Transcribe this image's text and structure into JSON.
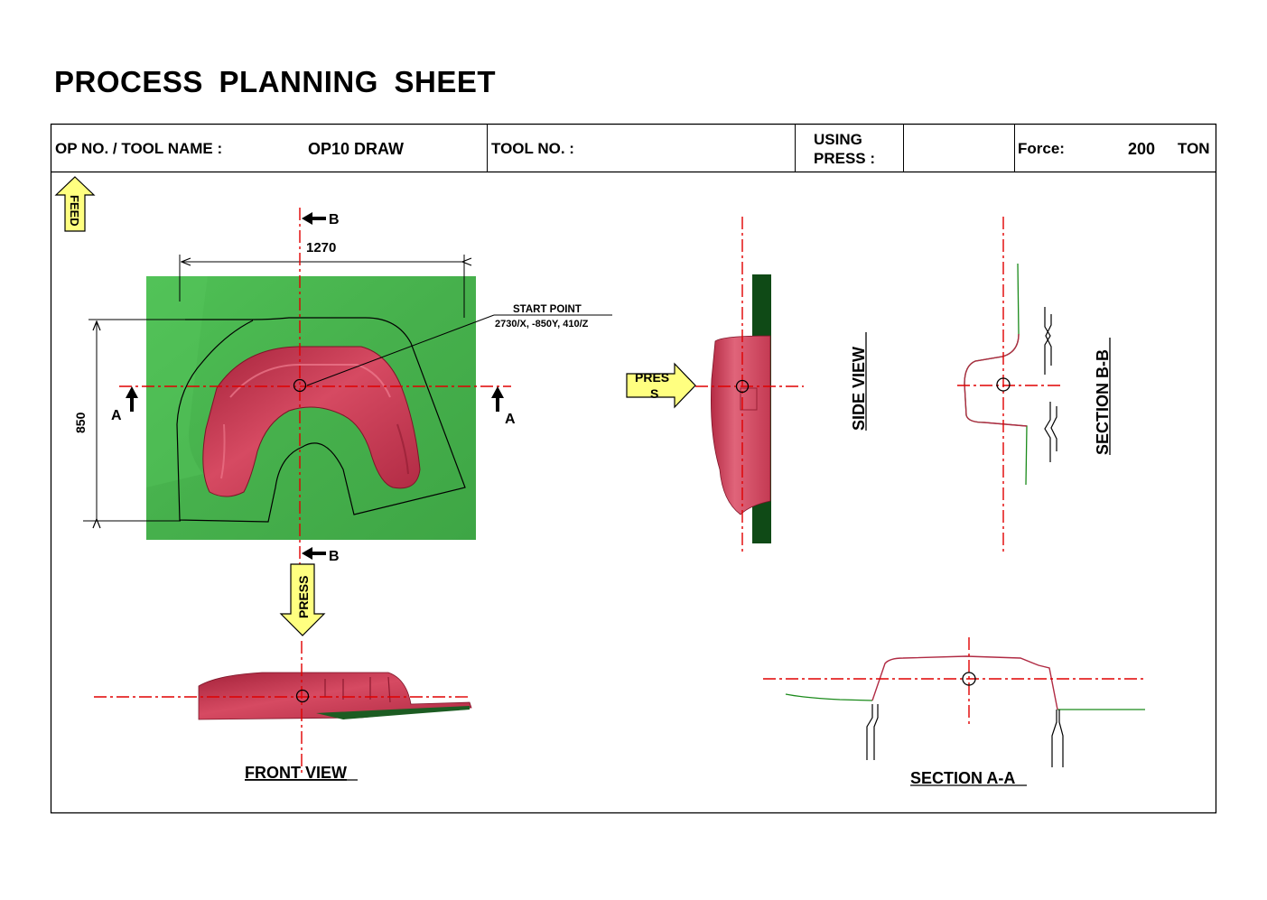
{
  "title": "PROCESS  PLANNING  SHEET",
  "header": {
    "op_label": "OP NO. / TOOL NAME :",
    "op_value": "OP10 DRAW",
    "tool_no_label": "TOOL NO. :",
    "tool_no_value": "",
    "using_press_line1": "USING",
    "using_press_line2": "PRESS :",
    "using_press_value": "",
    "force_label": "Force:",
    "force_value": "200",
    "force_unit": "TON"
  },
  "labels": {
    "feed": "FEED",
    "press": "PRESS",
    "press_side_line1": "PRES",
    "press_side_line2": "S",
    "section_b": "B",
    "section_a": "A",
    "dim_width": "1270",
    "dim_height": "850",
    "start_point_label": "START POINT",
    "start_point_coords": "2730/X, -850Y, 410/Z",
    "front_view": "FRONT VIEW",
    "side_view": "SIDE  VIEW",
    "section_bb": "SECTION B-B",
    "section_aa": "SECTION A-A"
  },
  "colors": {
    "blank_green": "#4cbb52",
    "part_red": "#c8364f",
    "centerline_red": "#e00000",
    "arrow_yellow": "#ffff80"
  }
}
